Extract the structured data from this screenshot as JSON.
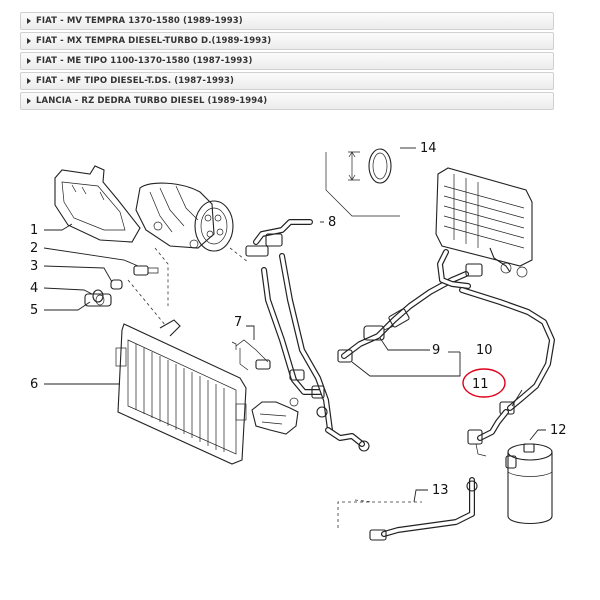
{
  "models": [
    {
      "label": "FIAT - MV TEMPRA 1370-1580 (1989-1993)"
    },
    {
      "label": "FIAT - MX TEMPRA DIESEL-TURBO D.(1989-1993)"
    },
    {
      "label": "FIAT - ME TIPO 1100-1370-1580 (1987-1993)"
    },
    {
      "label": "FIAT - MF TIPO DIESEL-T.DS. (1987-1993)"
    },
    {
      "label": "LANCIA - RZ DEDRA TURBO DIESEL (1989-1994)"
    }
  ],
  "diagram": {
    "callouts": [
      "1",
      "2",
      "3",
      "4",
      "5",
      "6",
      "7",
      "8",
      "9",
      "10",
      "11",
      "12",
      "13",
      "14"
    ],
    "highlight_color": "#e0001a"
  }
}
